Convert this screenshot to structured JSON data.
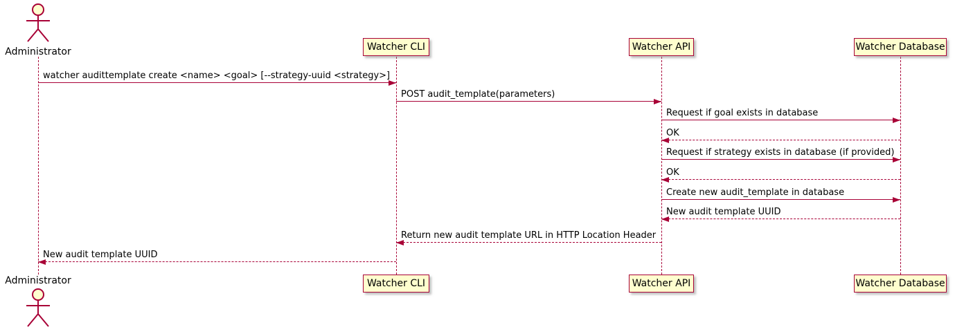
{
  "diagram": {
    "type": "uml-sequence-diagram",
    "participants": [
      {
        "name": "Administrator",
        "kind": "actor"
      },
      {
        "name": "Watcher CLI",
        "kind": "participant"
      },
      {
        "name": "Watcher API",
        "kind": "participant"
      },
      {
        "name": "Watcher Database",
        "kind": "participant"
      }
    ],
    "messages": [
      {
        "from": "Administrator",
        "to": "Watcher CLI",
        "label": "watcher audittemplate create <name> <goal> [--strategy-uuid <strategy>]",
        "style": "solid"
      },
      {
        "from": "Watcher CLI",
        "to": "Watcher API",
        "label": "POST audit_template(parameters)",
        "style": "solid"
      },
      {
        "from": "Watcher API",
        "to": "Watcher Database",
        "label": "Request if goal exists in database",
        "style": "solid"
      },
      {
        "from": "Watcher Database",
        "to": "Watcher API",
        "label": "OK",
        "style": "dashed"
      },
      {
        "from": "Watcher API",
        "to": "Watcher Database",
        "label": "Request if strategy exists in database (if provided)",
        "style": "solid"
      },
      {
        "from": "Watcher Database",
        "to": "Watcher API",
        "label": "OK",
        "style": "dashed"
      },
      {
        "from": "Watcher API",
        "to": "Watcher Database",
        "label": "Create new audit_template in database",
        "style": "solid"
      },
      {
        "from": "Watcher Database",
        "to": "Watcher API",
        "label": "New audit template UUID",
        "style": "dashed"
      },
      {
        "from": "Watcher API",
        "to": "Watcher CLI",
        "label": "Return new audit template URL in HTTP Location Header",
        "style": "dashed"
      },
      {
        "from": "Watcher CLI",
        "to": "Administrator",
        "label": "New audit template UUID",
        "style": "dashed"
      }
    ],
    "colors": {
      "box_fill": "#FEFECE",
      "border": "#A80036",
      "arrow": "#A80036",
      "lifeline": "#A80036",
      "text": "#000000",
      "background": "#FFFFFF"
    }
  }
}
